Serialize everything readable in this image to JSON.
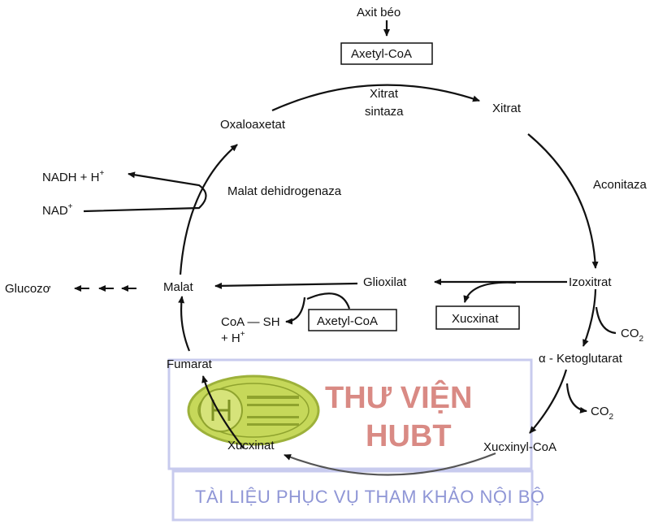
{
  "title": "",
  "nodes": {
    "fatty_acid": "Axit béo",
    "acetyl_coa_top": "Axetyl-CoA",
    "citrate": "Xitrat",
    "citrate_synthase_1": "Xitrat",
    "citrate_synthase_2": "sintaza",
    "aconitase": "Aconitaza",
    "isocitrate": "Izoxitrat",
    "co2_1": "CO",
    "co2_1_sub": "2",
    "alpha_kg": "α - Ketoglutarat",
    "co2_2": "CO",
    "co2_2_sub": "2",
    "succinyl_coa": "Xucxinyl-CoA",
    "succinate_bottom": "Xucxinat",
    "fumarate": "Fumarat",
    "malate": "Malat",
    "glucose": "Glucozơ",
    "oxaloacetate": "Oxaloaxetat",
    "malate_dh": "Malat dehidrogenaza",
    "nadh": "NADH + H",
    "nadh_sup": "+",
    "nad": "NAD",
    "nad_sup": "+",
    "glyoxylate": "Glioxilat",
    "succinate_box": "Xucxinat",
    "acetyl_coa_mid": "Axetyl-CoA",
    "coa_sh": "CoA — SH",
    "h_plus": "+ H",
    "h_plus_sup": "+"
  },
  "watermark": {
    "line1": "THƯ VIỆN",
    "line2": "HUBT",
    "line3": "TÀI LIỆU PHỤC VỤ THAM KHẢO NỘI BỘ",
    "colors": {
      "red": "#d98a84",
      "blue": "#8f96d6",
      "green": "#b9cf4a"
    }
  }
}
